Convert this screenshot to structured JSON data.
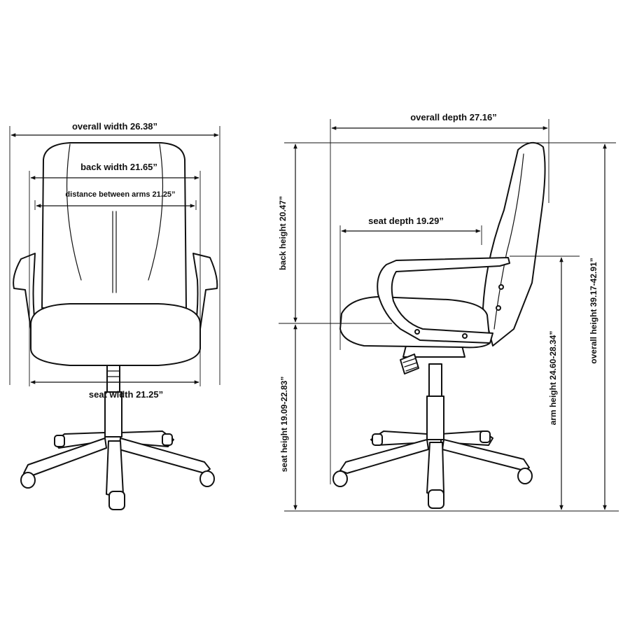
{
  "front_view": {
    "overall_width": "overall width 26.38”",
    "back_width": "back width 21.65”",
    "distance_between_arms": "distance between arms 21.25”",
    "seat_width": "seat width 21.25”"
  },
  "side_view": {
    "overall_depth": "overall depth 27.16”",
    "seat_depth": "seat depth 19.29”",
    "back_height": "back height 20.47”",
    "seat_height": "seat height 19.09-22.83”",
    "arm_height": "arm height 24.60-28.34”",
    "overall_height": "overall height 39.17-42.91”"
  }
}
